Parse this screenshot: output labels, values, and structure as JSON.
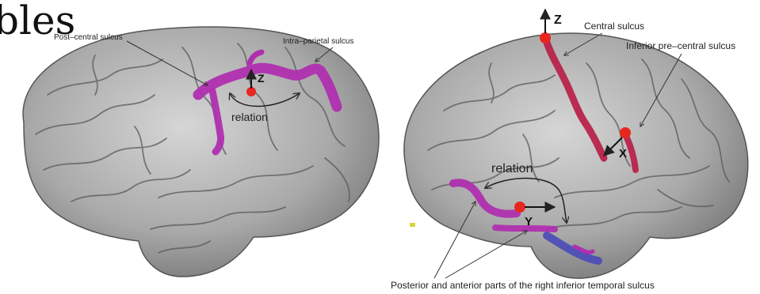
{
  "title_fragment": "bles",
  "left_brain": {
    "labels": {
      "post_central": "Post–central sulcus",
      "intra_parietal": "Intra–parietal sulcus",
      "axis_z": "Z",
      "relation": "relation"
    }
  },
  "right_brain": {
    "labels": {
      "central": "Central sulcus",
      "inferior_precentral": "Inferior pre–central sulcus",
      "axis_z": "Z",
      "axis_x": "X",
      "axis_y": "Y",
      "relation": "relation",
      "caption": "Posterior and anterior parts of the right inferior temporal sulcus"
    }
  },
  "colors": {
    "cortex": "#a9a9a9",
    "sulcus_magenta": "#b02fb0",
    "sulcus_crimson": "#b8234a",
    "sulcus_blue": "#4a4ab8",
    "marker_red": "#e8261e"
  }
}
